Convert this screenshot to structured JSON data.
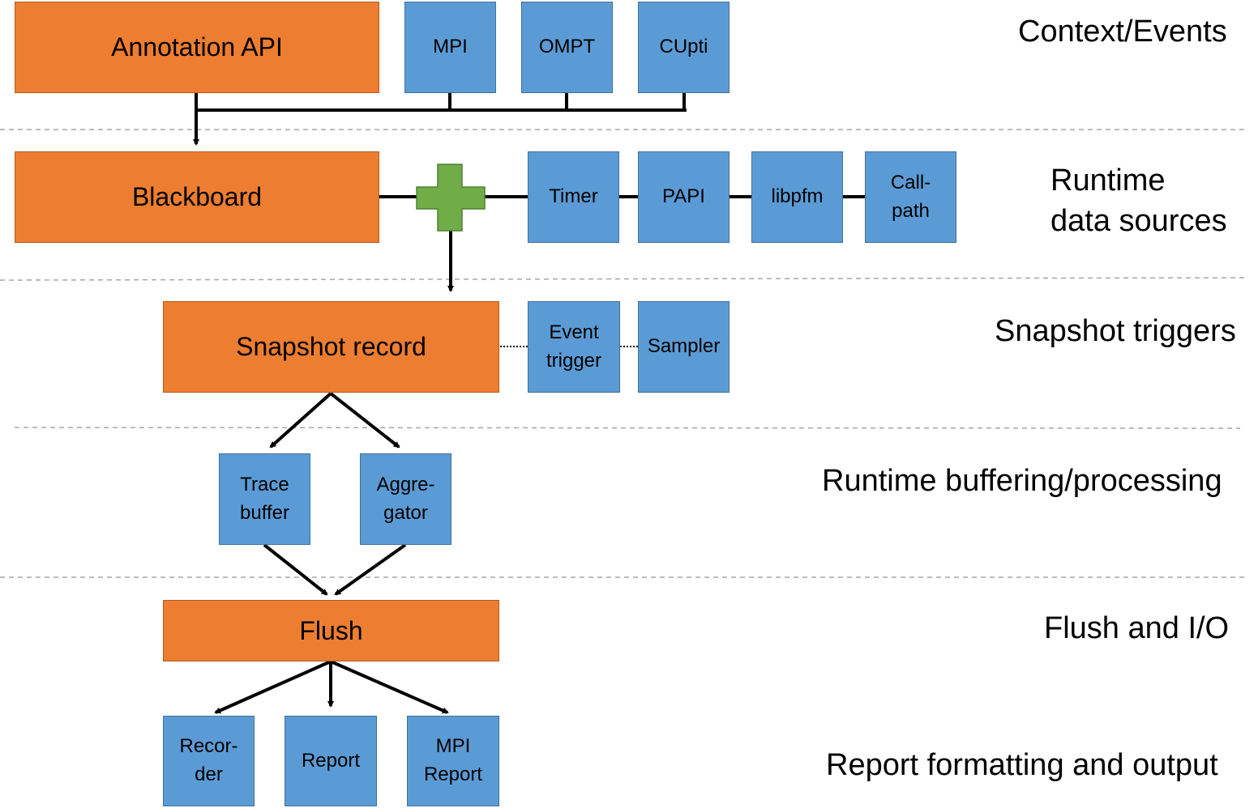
{
  "layers": [
    {
      "id": "context",
      "label": "Context/Events"
    },
    {
      "id": "runtime",
      "label": "Runtime\ndata sources"
    },
    {
      "id": "snapshot",
      "label": "Snapshot triggers"
    },
    {
      "id": "buffering",
      "label": "Runtime buffering/processing"
    },
    {
      "id": "flush",
      "label": "Flush and I/O"
    },
    {
      "id": "report",
      "label": "Report formatting and output"
    }
  ],
  "nodes": {
    "annotation_api": "Annotation API",
    "mpi": "MPI",
    "ompt": "OMPT",
    "cupti": "CUpti",
    "blackboard": "Blackboard",
    "timer": "Timer",
    "papi": "PAPI",
    "libpfm": "libpfm",
    "callpath": "Call-\npath",
    "snapshot_record": "Snapshot record",
    "event_trigger": "Event\ntrigger",
    "sampler": "Sampler",
    "trace_buffer": "Trace\nbuffer",
    "aggregator": "Aggre-\ngator",
    "flush": "Flush",
    "recorder": "Recor-\nder",
    "report": "Report",
    "mpi_report": "MPI\nReport"
  },
  "colors": {
    "core": "#ED7D31",
    "service": "#5B9BD5",
    "combine": "#70AD47",
    "separator": "#A6A6A6",
    "connector": "#000000"
  }
}
